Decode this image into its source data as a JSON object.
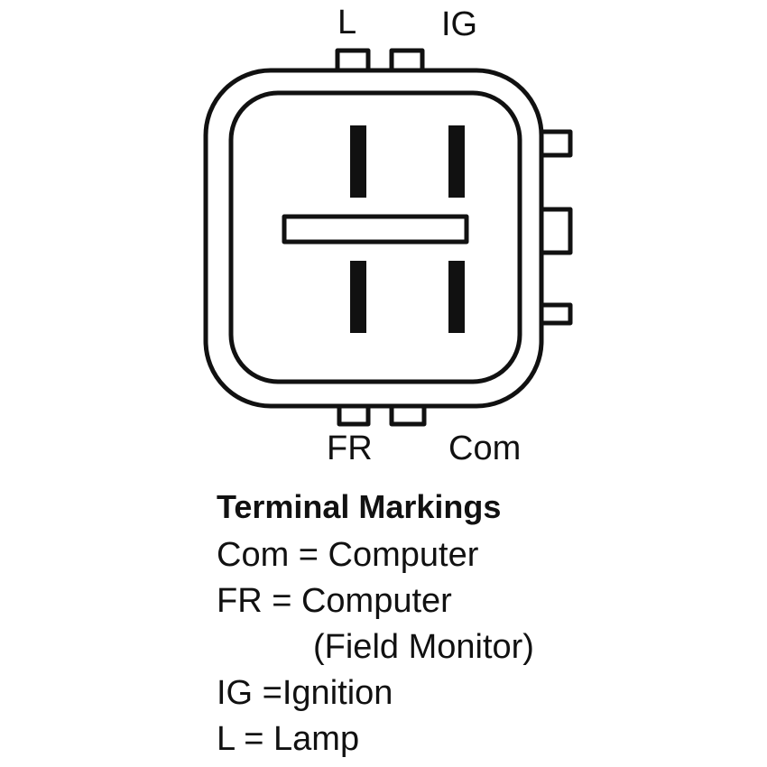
{
  "terminals": {
    "top_left": "L",
    "top_right": "IG",
    "bottom_left": "FR",
    "bottom_right": "Com"
  },
  "legend": {
    "title": "Terminal Markings",
    "rows": [
      "Com = Computer",
      "FR = Computer",
      "(Field Monitor)",
      "IG =Ignition",
      "L = Lamp"
    ]
  },
  "colors": {
    "stroke": "#111111",
    "background": "#ffffff"
  }
}
